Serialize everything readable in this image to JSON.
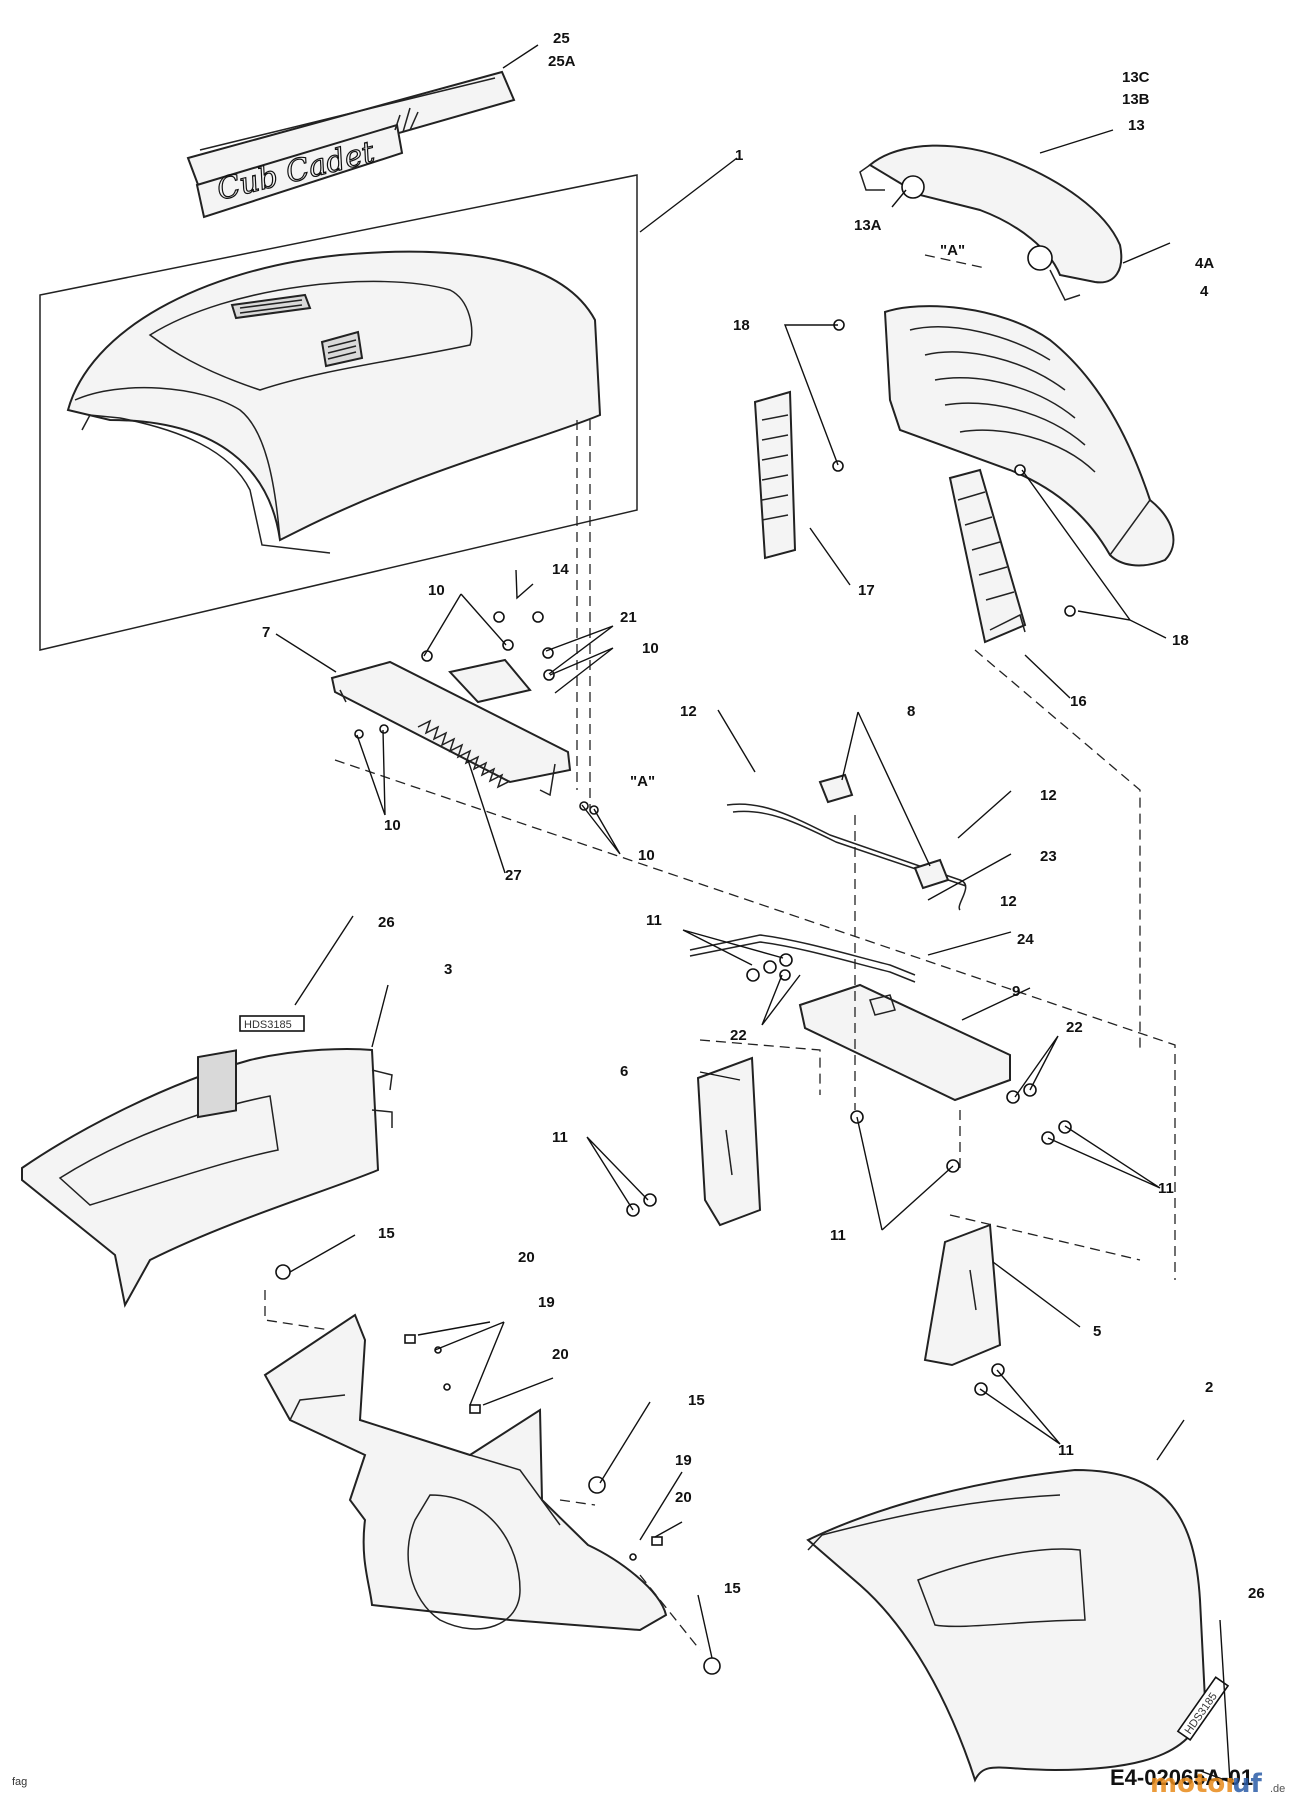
{
  "callouts": {
    "c1": "1",
    "c2": "2",
    "c3": "3",
    "c4": "4",
    "c4a": "4A",
    "c5": "5",
    "c6": "6",
    "c7": "7",
    "c8": "8",
    "c9": "9",
    "c10a": "10",
    "c10b": "10",
    "c10c": "10",
    "c10d": "10",
    "c11a": "11",
    "c11b": "11",
    "c11c": "11",
    "c11d": "11",
    "c11e": "11",
    "c12a": "12",
    "c12b": "12",
    "c12c": "12",
    "c13": "13",
    "c13a": "13A",
    "c13b": "13B",
    "c13c": "13C",
    "c14": "14",
    "c15a": "15",
    "c15b": "15",
    "c15c": "15",
    "c16": "16",
    "c17": "17",
    "c18a": "18",
    "c18b": "18",
    "c19a": "19",
    "c19b": "19",
    "c20a": "20",
    "c20b": "20",
    "c20c": "20",
    "c21": "21",
    "c22a": "22",
    "c22b": "22",
    "c23": "23",
    "c24": "24",
    "c25": "25",
    "c25a": "25A",
    "c26a": "26",
    "c26b": "26",
    "c27": "27",
    "refA1": "\"A\"",
    "refA2": "\"A\""
  },
  "decals": {
    "brand": "Cub Cadet",
    "hds_left": "HDS3185",
    "hds_right": "HDS3185"
  },
  "footer": {
    "drawing_number": "E4-02065A-01",
    "corner_mark": "fag",
    "watermark_part1": "motor",
    "watermark_part2": "uf",
    "watermark_suffix": ".de"
  },
  "colors": {
    "line": "#222222",
    "watermark_orange": "#e88a1a",
    "watermark_blue": "#2b5ca8"
  }
}
